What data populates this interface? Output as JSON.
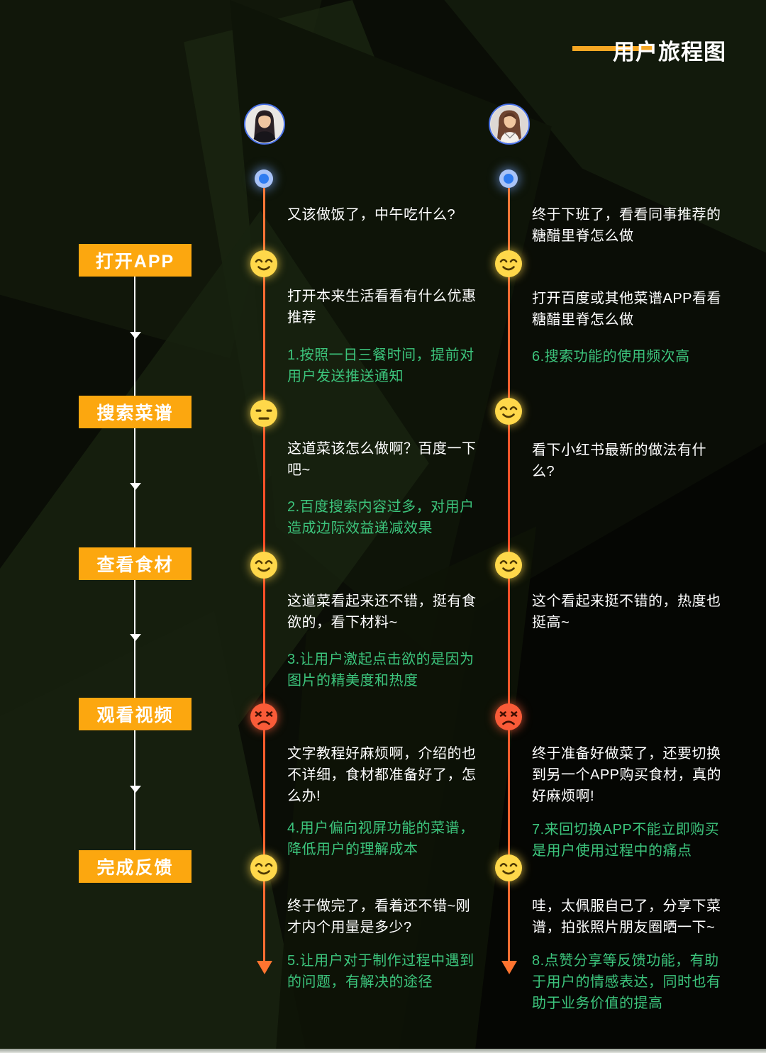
{
  "title": "用户旅程图",
  "colors": {
    "stage_button": "#FCA70F",
    "title_line": "#F5A623",
    "timeline": "#FF5E2E",
    "insight_green": "#3CC47C",
    "dot_blue": "#2E7BF0",
    "smile_yellow": "#FFD84A",
    "angry_red": "#F95B38"
  },
  "icons": {
    "smile": "smile-emoji-icon",
    "neutral": "neutral-emoji-icon",
    "angry": "angry-emoji-icon",
    "start": "timeline-start-dot",
    "end": "timeline-end-arrow-icon"
  },
  "stages": [
    {
      "label": "打开APP"
    },
    {
      "label": "搜索菜谱"
    },
    {
      "label": "查看食材"
    },
    {
      "label": "观看视频"
    },
    {
      "label": "完成反馈"
    }
  ],
  "personas": [
    {
      "avatar": "woman-dark-hair-avatar",
      "intro": "又该做饭了，中午吃什么?",
      "steps": [
        {
          "mood": "smile",
          "say": "打开本来生活看看有什么优惠推荐",
          "note": "1.按照一日三餐时间，提前对用户发送推送通知"
        },
        {
          "mood": "neutral",
          "say": "这道菜该怎么做啊？百度一下吧~",
          "note": "2.百度搜索内容过多，对用户造成边际效益递减效果"
        },
        {
          "mood": "smile",
          "say": "这道菜看起来还不错，挺有食欲的，看下材料~",
          "note": "3.让用户激起点击欲的是因为图片的精美度和热度"
        },
        {
          "mood": "angry",
          "say": "文字教程好麻烦啊，介绍的也不详细，食材都准备好了，怎么办!",
          "note": "4.用户偏向视屏功能的菜谱，降低用户的理解成本"
        },
        {
          "mood": "smile",
          "say": "终于做完了，看着还不错~刚才内个用量是多少?",
          "note": "5.让用户对于制作过程中遇到的问题，有解决的途径"
        }
      ]
    },
    {
      "avatar": "woman-long-hair-avatar",
      "intro": "终于下班了，看看同事推荐的糖醋里脊怎么做",
      "steps": [
        {
          "mood": "smile",
          "say": "打开百度或其他菜谱APP看看糖醋里脊怎么做",
          "note": "6.搜索功能的使用频次高"
        },
        {
          "mood": "smile",
          "say": "看下小红书最新的做法有什么?"
        },
        {
          "mood": "smile",
          "say": "这个看起来挺不错的，热度也挺高~"
        },
        {
          "mood": "angry",
          "say": "终于准备好做菜了，还要切换到另一个APP购买食材，真的好麻烦啊!",
          "note": "7.来回切换APP不能立即购买是用户使用过程中的痛点"
        },
        {
          "mood": "smile",
          "say": "哇，太佩服自己了，分享下菜谱，拍张照片朋友圈晒一下~",
          "note": "8.点赞分享等反馈功能，有助于用户的情感表达，同时也有助于业务价值的提高"
        }
      ]
    }
  ]
}
